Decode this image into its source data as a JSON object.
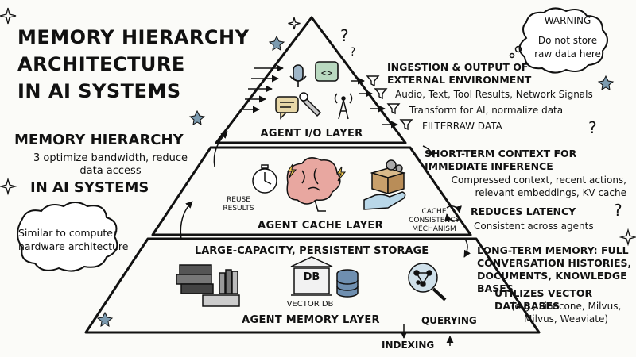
{
  "title_lines": [
    "MEMORY HIERARCHY",
    "ARCHITECTURE",
    "IN AI SYSTEMS"
  ],
  "subtitle": {
    "heading": "MEMORY HIERARCHY",
    "description": "3 optimize bandwidth, reduce data access",
    "tail": "IN AI SYSTEMS"
  },
  "cloud_note": "Similar to computer hardware architecture",
  "warning": {
    "title": "WARNING",
    "body": "Do not store raw data here"
  },
  "layers": {
    "io": {
      "label": "AGENT I/O LAYER"
    },
    "cache": {
      "label": "AGENT CACHE LAYER",
      "reuse": "REUSE RESULTS",
      "consistency": "CACHE CONSISTENCY MECHANISM"
    },
    "memory": {
      "label": "AGENT MEMORY LAYER",
      "storage": "LARGE-CAPACITY, PERSISTENT STORAGE",
      "db_label": "DB",
      "vector_db": "VECTOR DB",
      "querying": "QUERYING",
      "indexing": "INDEXING"
    }
  },
  "io_notes": {
    "heading": "INGESTION & OUTPUT OF EXTERNAL ENVIRONMENT",
    "items": [
      "Audio, Text, Tool Results, Network Signals",
      "Transform for AI, normalize data",
      "FILTERRAW DATA"
    ]
  },
  "cache_notes": {
    "heading": "SHORT-TERM CONTEXT FOR IMMEDIATE INFERENCE",
    "detail": "Compressed context, recent actions, relevant embeddings, KV cache",
    "latency": "REDUCES LATENCY",
    "consistency": "Consistent across agents"
  },
  "memory_notes": {
    "heading": "LONG-TERM MEMORY: FULL CONVERSATION HISTORIES, DOCUMENTS, KNOWLEDGE BASES",
    "vector_heading": "UTILIZES VECTOR DATABASES",
    "examples": "(e.g., Pinecone, Milvus, Milvus, Weaviate)"
  },
  "colors": {
    "ink": "#111111",
    "star": "#7c9bb0",
    "paper": "#fbfbf8"
  },
  "icons": [
    "microphone-icon",
    "code-icon",
    "chat-icon",
    "wrench-icon",
    "antenna-icon",
    "funnel-icon",
    "stopwatch-icon",
    "brain-icon",
    "lightning-icon",
    "box-icon",
    "hand-icon",
    "books-icon",
    "database-icon",
    "magnifier-icon",
    "star-icon",
    "sparkle-icon",
    "question-icon"
  ]
}
